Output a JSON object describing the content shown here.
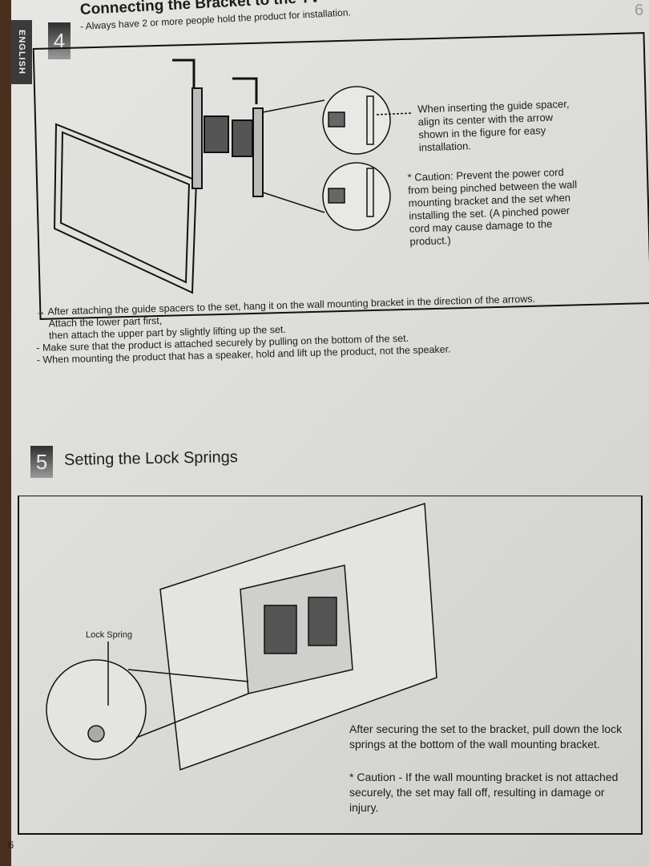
{
  "language_tab": "ENGLISH",
  "page_number": "6",
  "next_page_number": "6",
  "section4": {
    "number": "4",
    "title": "Connecting the Bracket to the TV",
    "subtitle": "- Always have 2 or more people hold the product for installation.",
    "callout1": "When inserting the guide spacer, align its center with the arrow shown in the figure for easy installation.",
    "callout2": "* Caution: Prevent the power cord from being pinched between the wall mounting bracket and the set when installing the set. (A pinched power cord may cause damage to the product.)",
    "notes": [
      "→ After attaching the guide spacers to the set, hang it on the wall mounting bracket in the direction of the arrows.",
      "Attach the lower part first,",
      "then attach the upper part by slightly lifting up the set.",
      "- Make sure that the product is attached securely by pulling on the bottom of the set.",
      "- When mounting the product that has a speaker, hold and lift up the product, not the speaker."
    ]
  },
  "section5": {
    "number": "5",
    "title": "Setting the Lock Springs",
    "lock_spring_label": "Lock Spring",
    "instruction": "After securing the set to the bracket, pull down the lock springs at the bottom of the wall mounting bracket.",
    "caution": "* Caution - If the wall mounting bracket is not attached securely, the set may fall off, resulting in damage or injury."
  }
}
